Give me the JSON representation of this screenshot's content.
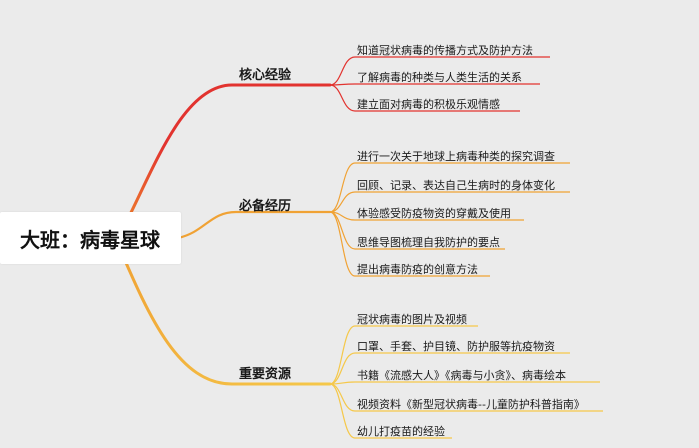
{
  "root": {
    "label": "大班：病毒星球"
  },
  "colors": {
    "red": "#e2332f",
    "orange": "#f0a234",
    "yellow": "#f5c84a"
  },
  "branches": [
    {
      "label": "核心经验",
      "items": [
        "知道冠状病毒的传播方式及防护方法",
        "了解病毒的种类与人类生活的关系",
        "建立面对病毒的积极乐观情感"
      ]
    },
    {
      "label": "必备经历",
      "items": [
        "进行一次关于地球上病毒种类的探究调查",
        "回顾、记录、表达自己生病时的身体变化",
        "体验感受防疫物资的穿戴及使用",
        "思维导图梳理自我防护的要点",
        "提出病毒防疫的创意方法"
      ]
    },
    {
      "label": "重要资源",
      "items": [
        "冠状病毒的图片及视频",
        "口罩、手套、护目镜、防护服等抗疫物资",
        "书籍《流感大人》《病毒与小贪》、病毒绘本",
        "视频资料《新型冠状病毒--儿童防护科普指南》",
        "幼儿打疫苗的经验"
      ]
    }
  ]
}
